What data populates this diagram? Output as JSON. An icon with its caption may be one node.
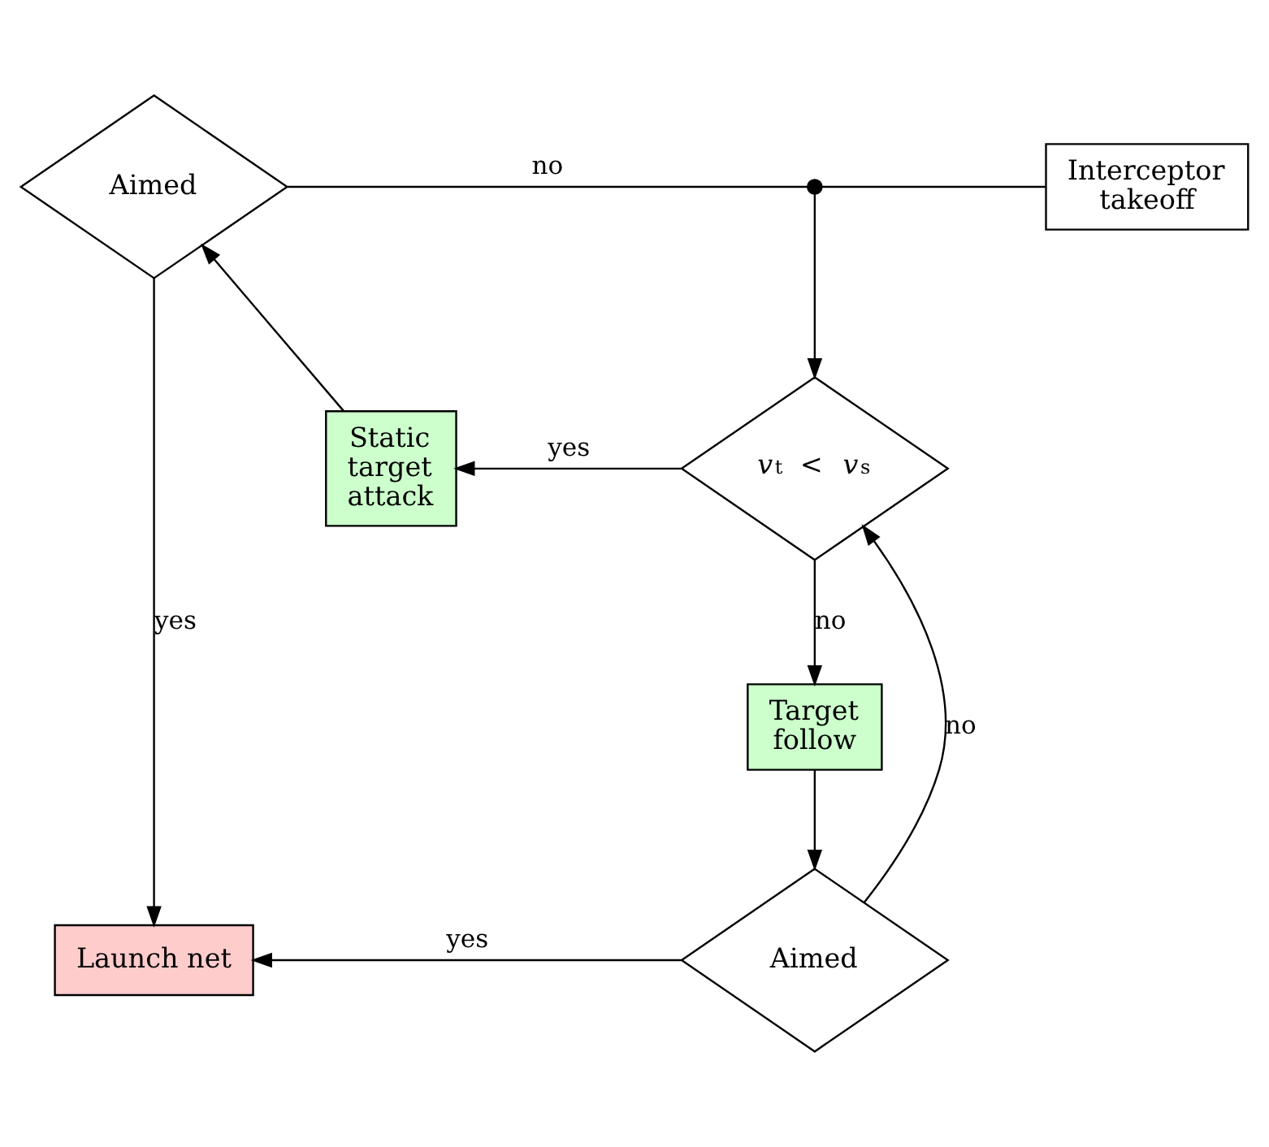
{
  "diagram": {
    "nodes": [
      {
        "text": [
          "Aimed"
        ]
      },
      {
        "text": [
          "Interceptor takeoff"
        ]
      },
      {
        "text": [],
        "shape": "circle"
      },
      {
        "text": [
          "Static target attack"
        ]
      },
      {
        "text": [
          "*v*$_{t}$ < *v*$_{s}$"
        ]
      },
      {
        "text": [
          "Target follow"
        ]
      },
      {
        "text": [
          "Aimed"
        ]
      },
      {
        "text": [
          "Launch net"
        ]
      }
    ],
    "edges": [
      {
        "from": 0,
        "to": 2,
        "arrow": "none",
        "label": "no"
      },
      {
        "from": 1,
        "to": 2,
        "arrow": "none"
      },
      {
        "from": 2,
        "to": 4,
        "arrow": "to"
      },
      {
        "from": 4,
        "to": 3,
        "arrow": "to",
        "label": "yes"
      },
      {
        "from": 3,
        "to": 0,
        "arrow": "to"
      },
      {
        "from": 0,
        "to": 7,
        "arrow": "to",
        "label": "yes"
      },
      {
        "from": 4,
        "to": 5,
        "arrow": "to",
        "label": "no"
      },
      {
        "from": 5,
        "to": 6,
        "arrow": "to"
      },
      {
        "from": 6,
        "to": 7,
        "arrow": "to",
        "label": "yes"
      },
      {
        "from": 6,
        "to": 4,
        "arrow": "to",
        "label": "no"
      }
    ]
  }
}
